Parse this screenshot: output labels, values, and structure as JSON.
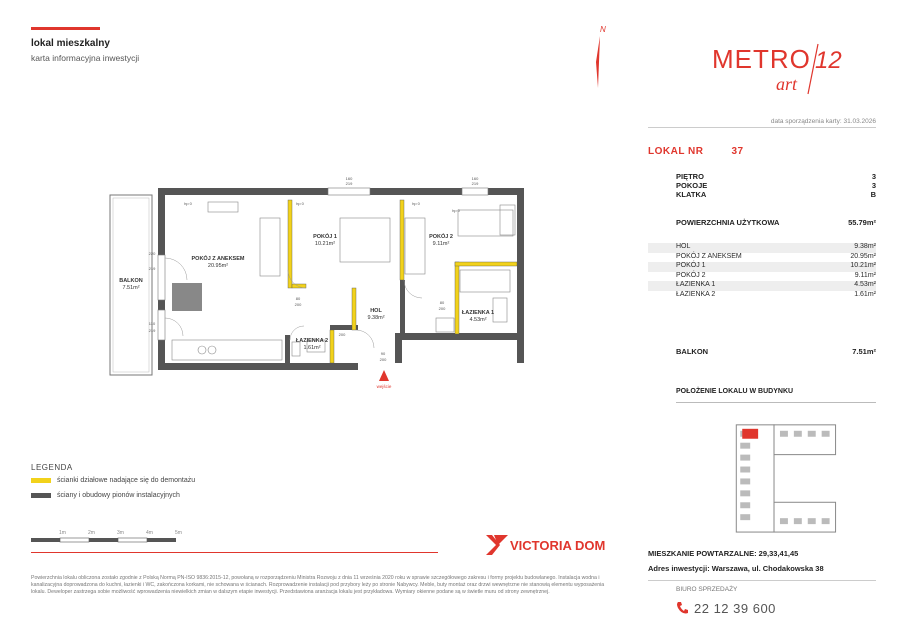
{
  "header": {
    "title": "lokal mieszkalny",
    "subtitle": "karta informacyjna inwestycji",
    "date_label": "data sporządzenia karty: 31.03.2026",
    "north_label": "N"
  },
  "logo": {
    "top": "METRO",
    "bottom": "art",
    "number": "12"
  },
  "lokal": {
    "label": "LOKAL NR",
    "number": "37"
  },
  "summary": {
    "pietro": {
      "label": "PIĘTRO",
      "value": "3"
    },
    "pokoje": {
      "label": "POKOJE",
      "value": "3"
    },
    "klatka": {
      "label": "KLATKA",
      "value": "B"
    },
    "powierzchnia": {
      "label": "POWIERZCHNIA UŻYTKOWA",
      "value": "55.79m²"
    },
    "balkon": {
      "label": "BALKON",
      "value": "7.51m²"
    }
  },
  "rooms": [
    {
      "name": "HOL",
      "area": "9.38m²"
    },
    {
      "name": "POKÓJ Z ANEKSEM",
      "area": "20.95m²"
    },
    {
      "name": "POKÓJ 1",
      "area": "10.21m²"
    },
    {
      "name": "POKÓJ 2",
      "area": "9.11m²"
    },
    {
      "name": "ŁAZIENKA 1",
      "area": "4.53m²"
    },
    {
      "name": "ŁAZIENKA 2",
      "area": "1.61m²"
    }
  ],
  "position": {
    "title": "POŁOŻENIE LOKALU W BUDYNKU"
  },
  "footer": {
    "mieszkanie": "MIESZKANIE POWTARZALNE: 29,33,41,45",
    "adres": "Adres inwestycji: Warszawa, ul. Chodakowska 38",
    "biuro": "BIURO SPRZEDAŻY",
    "phone": "22 12 39 600",
    "brand": "VICTORIA DOM",
    "disclaimer": "Powierzchnia lokalu obliczona zostało zgodnie z Polską Normą PN-ISO 9836:2015-12, powołaną w rozporządzeniu Ministra Rozwoju z dnia 11 września 2020 roku w sprawie szczegółowego zakresu i formy projektu budowlanego. Instalacja wodna i kanalizacyjna doprowadzona do kuchni, łazienki i WC, zakończona korkami, nie schowana w ścianach. Rozprowadzenie instalacji pod przybory leży po stronie Nabywcy. Meble, buty montaż oraz drzwi wewnętrzne nie stanowią elementu wyposażenia lokalu. Deweloper zastrzega sobie możliwość wprowadzenia niewielkich zmian w dalszym etapie inwestycji. Przedstawiona aranżacja lokalu jest przykładowa. Wymiary okienne podane są w świetle muru od strony zewnętrznej."
  },
  "legend": {
    "title": "LEGENDA",
    "items": [
      {
        "label": "ścianki działowe nadające się do demontażu",
        "color": "#f2d21b"
      },
      {
        "label": "ściany i obudowy pionów instalacyjnych",
        "color": "#555555"
      }
    ]
  },
  "scale": {
    "ticks": [
      "1m",
      "2m",
      "3m",
      "4m",
      "5m"
    ]
  },
  "plan": {
    "rooms": [
      {
        "name": "POKÓJ Z ANEKSEM",
        "area": "20.95m²"
      },
      {
        "name": "POKÓJ 1",
        "area": "10.21m²"
      },
      {
        "name": "POKÓJ 2",
        "area": "9.11m²"
      },
      {
        "name": "HOL",
        "area": "9.38m²"
      },
      {
        "name": "ŁAZIENKA 1",
        "area": "4.53m²"
      },
      {
        "name": "ŁAZIENKA 2",
        "area": "1.61m²"
      },
      {
        "name": "BALKON",
        "area": "7.51m²"
      }
    ],
    "entrance": "wejście",
    "hp": "hp 0",
    "win1": [
      "160",
      "219"
    ],
    "win2": [
      "160",
      "219"
    ],
    "win3": [
      "220",
      "219"
    ],
    "win4": [
      "110",
      "219"
    ],
    "door80": [
      "80",
      "200"
    ],
    "door90": [
      "90",
      "200"
    ],
    "colors": {
      "accent": "#e0362d",
      "removable_wall": "#f2d21b",
      "wall": "#555555"
    }
  }
}
